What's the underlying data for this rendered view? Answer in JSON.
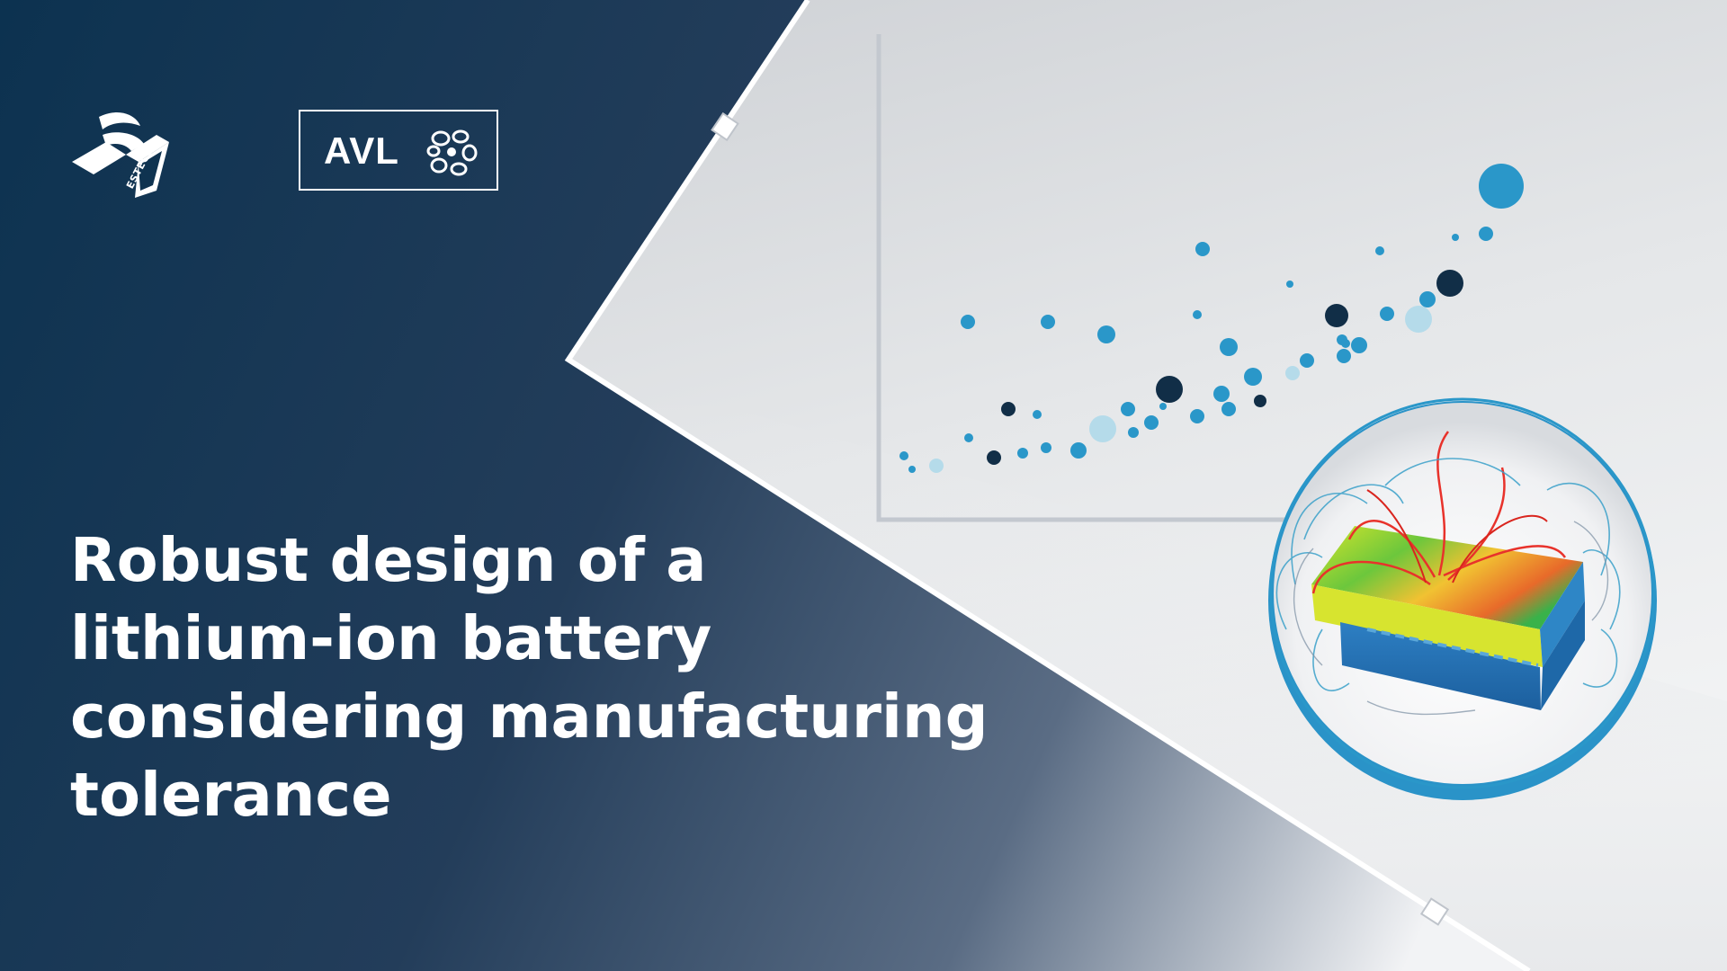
{
  "logos": {
    "esteco": {
      "icon": "esteco-logo",
      "text": "ESTECO"
    },
    "avl": {
      "text": "AVL",
      "icon": "avl-hub-mark"
    }
  },
  "headline": {
    "lines": [
      "Robust design of a",
      "lithium-ion battery",
      "considering manufacturing",
      "tolerance"
    ]
  },
  "illustration": {
    "type": "bubble-scatter",
    "icon": "battery-thermal-simulation",
    "colors": {
      "accent": "#2a97c9",
      "dark": "#112e47",
      "light": "#b5dbea"
    }
  },
  "colors": {
    "panel_dark": "#0e3350",
    "panel_mid": "#3d5670",
    "panel_light": "#eceef0",
    "frame": "#ffffff"
  }
}
